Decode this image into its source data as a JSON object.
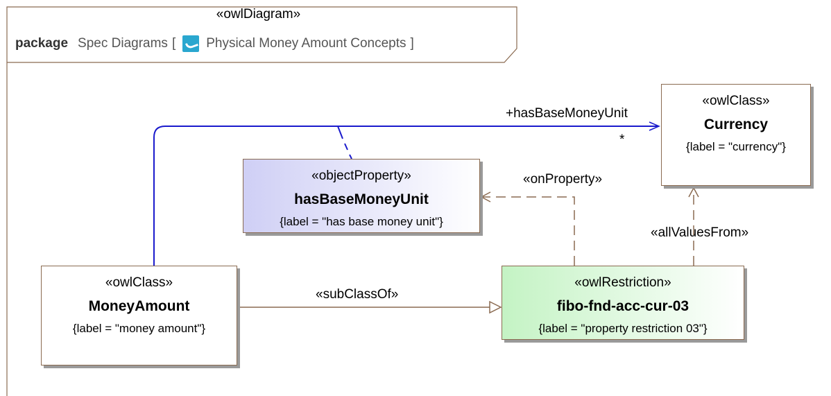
{
  "package": {
    "stereotype": "«owlDiagram»",
    "keyword": "package",
    "name": "Spec Diagrams",
    "open_bracket": "[",
    "diagram_name": "Physical Money Amount Concepts",
    "close_bracket": "]"
  },
  "nodes": {
    "currency": {
      "stereotype": "«owlClass»",
      "name": "Currency",
      "tag": "{label = \"currency\"}"
    },
    "has_base_money_unit": {
      "stereotype": "«objectProperty»",
      "name": "hasBaseMoneyUnit",
      "tag": "{label = \"has base money unit\"}"
    },
    "money_amount": {
      "stereotype": "«owlClass»",
      "name": "MoneyAmount",
      "tag": "{label = \"money amount\"}"
    },
    "restriction": {
      "stereotype": "«owlRestriction»",
      "name": "fibo-fnd-acc-cur-03",
      "tag": "{label = \"property restriction 03\"}"
    }
  },
  "edges": {
    "association_label": "+hasBaseMoneyUnit",
    "association_multiplicity": "*",
    "on_property": "«onProperty»",
    "all_values_from": "«allValuesFrom»",
    "sub_class_of": "«subClassOf»"
  },
  "colors": {
    "association": "#1a1acc",
    "dependency": "#8a6a50",
    "object_property_fill": "#cfcff5",
    "restriction_fill": "#c4f3c4",
    "diagram_icon": "#2aa7cf"
  }
}
